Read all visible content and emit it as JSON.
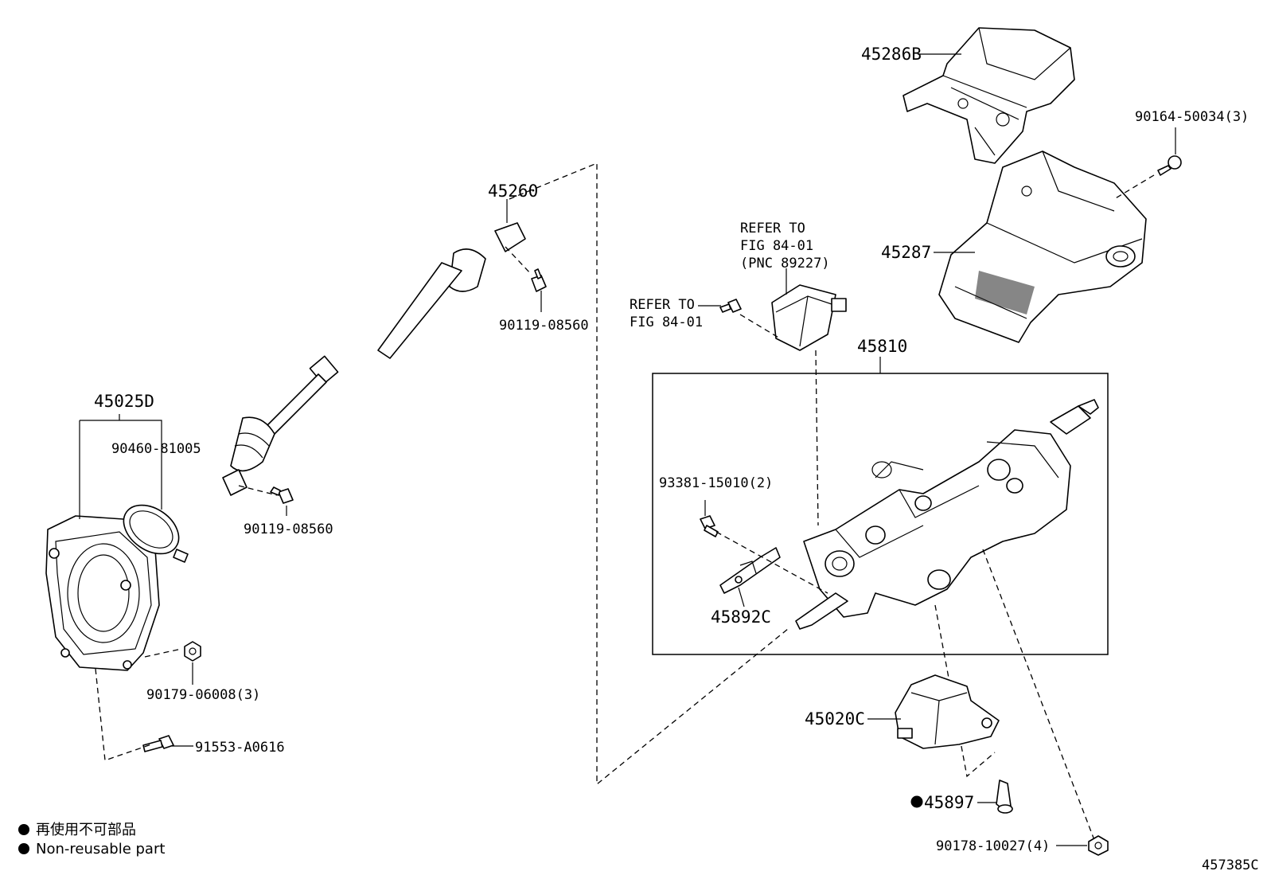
{
  "labels": {
    "p45286B": "45286B",
    "p90164": "90164-50034(3)",
    "p45287": "45287",
    "p45260": "45260",
    "p90119a": "90119-08560",
    "p90119b": "90119-08560",
    "p45025D": "45025D",
    "p90460": "90460-81005",
    "p90179": "90179-06008(3)",
    "p91553": "91553-A0616",
    "refer1_line1": "REFER TO",
    "refer1_line2": "FIG 84-01",
    "refer1_line3": "(PNC 89227)",
    "refer2_line1": "REFER TO",
    "refer2_line2": "FIG 84-01",
    "p45810": "45810",
    "p93381": "93381-15010(2)",
    "p45892C": "45892C",
    "p45020C": "45020C",
    "p45897": "45897",
    "p90178": "90178-10027(4)",
    "figure_id": "457385C"
  },
  "legend": {
    "line_jp": "再使用不可部品",
    "line_en": "Non-reusable part"
  }
}
